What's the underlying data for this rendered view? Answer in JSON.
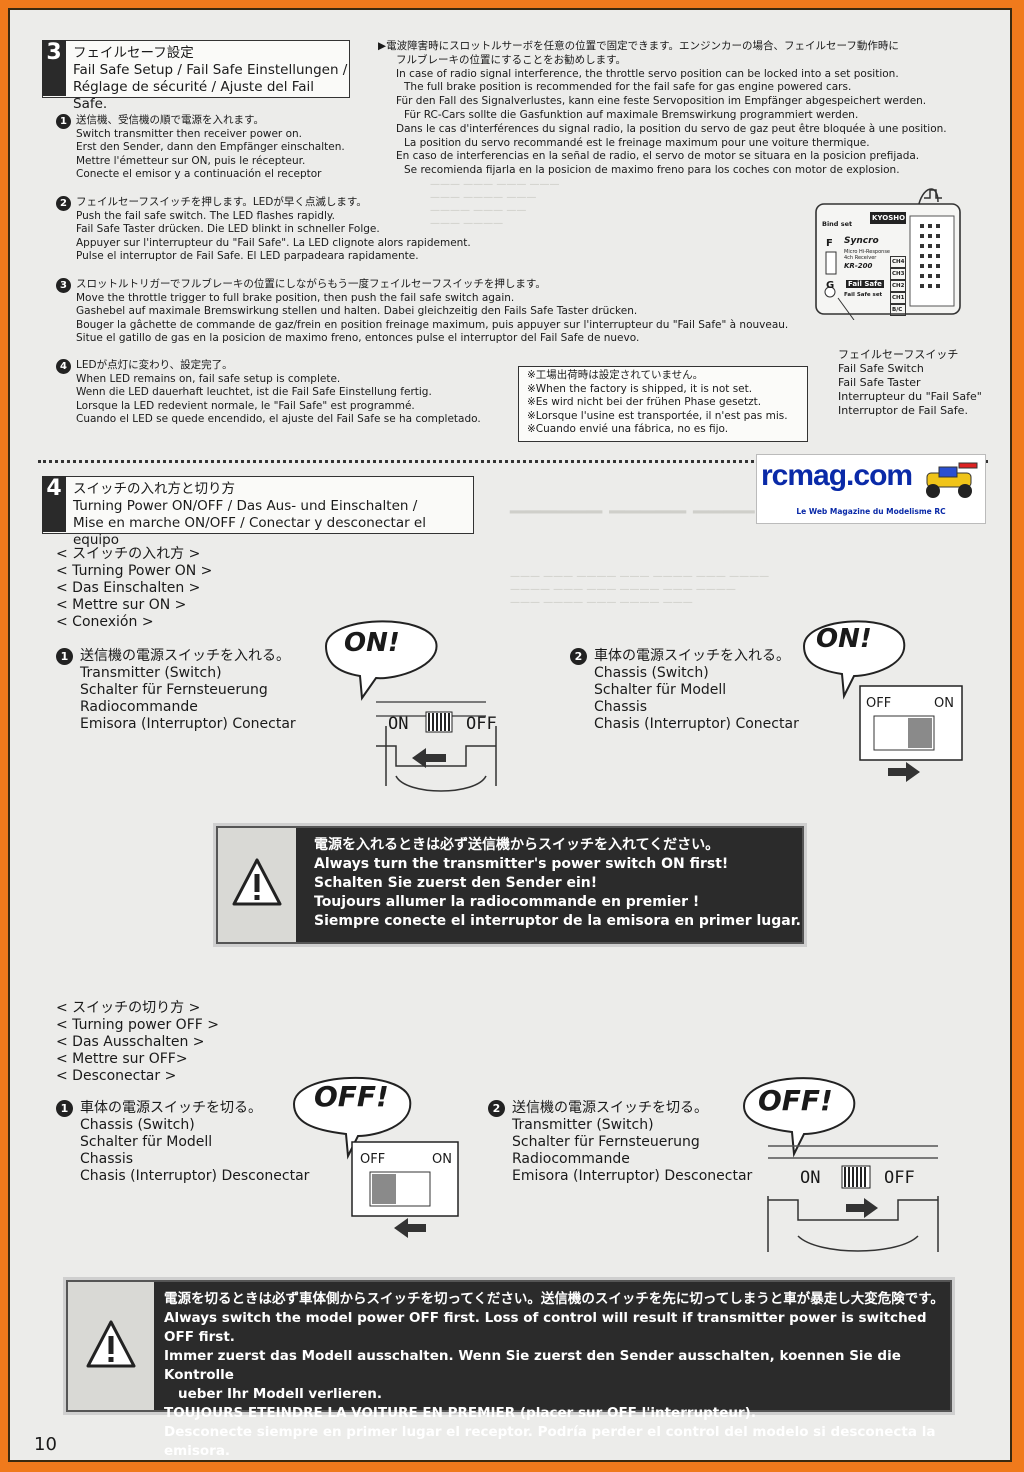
{
  "section3": {
    "number": "3",
    "title_lines": [
      "フェイルセーフ設定",
      "Fail Safe Setup / Fail Safe Einstellungen /",
      "Réglage de sécurité / Ajuste del Fail Safe."
    ],
    "intro_lines": [
      "▶電波障害時にスロットルサーボを任意の位置で固定できます。エンジンカーの場合、フェイルセーフ動作時に",
      "フルブレーキの位置にすることをお勧めします。",
      "In case of radio signal interference, the throttle servo position can be locked into a set position.",
      "The full brake position is recommended for the fail safe for gas engine powered cars.",
      "Für den Fall des Signalverlustes, kann eine feste Servoposition im Empfänger abgespeichert werden.",
      "Für RC-Cars sollte die Gasfunktion auf maximale Bremswirkung programmiert werden.",
      "Dans le cas d'interférences du signal radio, la position du servo de gaz peut être bloquée à une position.",
      "La position du servo recommandé est le freinage maximum pour une voiture thermique.",
      "En caso de interferencias en la señal de radio, el servo de motor se situara en la posicion prefijada.",
      "Se recomienda fijarla en la posicion de maximo freno para los coches con motor de explosion."
    ],
    "steps": [
      {
        "num": "1",
        "lines": [
          "送信機、受信機の順で電源を入れます。",
          "Switch transmitter then receiver power on.",
          "Erst den Sender, dann den Empfänger einschalten.",
          "Mettre l'émetteur sur ON, puis le récepteur.",
          "Conecte el emisor y a continuación el receptor"
        ]
      },
      {
        "num": "2",
        "lines": [
          "フェイルセーフスイッチを押します。LEDが早く点滅します。",
          "Push the fail safe switch. The LED flashes rapidly.",
          "Fail Safe Taster drücken. Die LED blinkt in schneller Folge.",
          "Appuyer sur l'interrupteur du \"Fail Safe\". La LED clignote alors rapidement.",
          "Pulse el interruptor de Fail Safe. El LED parpadeara rapidamente."
        ]
      },
      {
        "num": "3",
        "lines": [
          "スロットルトリガーでフルブレーキの位置にしながらもう一度フェイルセーフスイッチを押します。",
          "Move the throttle trigger to full brake position, then push the fail safe switch again.",
          "Gashebel auf maximale Bremswirkung stellen und halten. Dabei gleichzeitig den Fails Safe Taster drücken.",
          "Bouger la gâchette de commande de gaz/frein en position freinage maximum, puis appuyer sur l'interrupteur du \"Fail Safe\" à nouveau.",
          "Situe el gatillo de gas en la posicion de maximo freno, entonces pulse el interruptor del Fail Safe de nuevo."
        ]
      },
      {
        "num": "4",
        "lines": [
          "LEDが点灯に変わり、設定完了。",
          "When LED remains on, fail safe setup is complete.",
          "Wenn die LED dauerhaft leuchtet, ist die Fail Safe Einstellung fertig.",
          "Lorsque la LED redevient normale, le \"Fail Safe\" est programmé.",
          "Cuando el LED se quede encendido, el ajuste del Fail Safe se ha completado."
        ]
      }
    ],
    "factory_note": [
      "※工場出荷時は設定されていません。",
      "※When the factory is shipped, it is not set.",
      "※Es wird nicht bei der frühen Phase gesetzt.",
      "※Lorsque l'usine est transportée, il n'est pas mis.",
      "※Cuando envié una fábrica, no es fijo."
    ],
    "receiver": {
      "brand": "KYOSHO",
      "bind_label": "Bind set",
      "logo": "Syncro",
      "model": "KR-200",
      "desc1": "Micro Hi-Response",
      "desc2": "4ch Receiver",
      "failsafe": "Fail Safe",
      "failsafe_set": "Fail Safe set",
      "channels": [
        "CH4",
        "CH3",
        "CH2",
        "CH1",
        "B/C"
      ],
      "f_label": "F",
      "g_label": "G"
    },
    "switch_caption": [
      "フェイルセーフスイッチ",
      "Fail Safe Switch",
      "Fail Safe Taster",
      "Interrupteur du \"Fail Safe\"",
      "Interruptor de Fail Safe."
    ]
  },
  "logo": {
    "text": "rcmag.com",
    "tagline": "Le Web Magazine du Modelisme RC"
  },
  "section4": {
    "number": "4",
    "title_lines": [
      "スイッチの入れ方と切り方",
      "Turning Power ON/OFF / Das Aus- und Einschalten /",
      "Mise en marche ON/OFF / Conectar y desconectar el equipo"
    ],
    "on_header": [
      "< スイッチの入れ方 >",
      "< Turning Power ON >",
      "< Das Einschalten >",
      "< Mettre sur ON >",
      "< Conexión >"
    ],
    "on_step1": {
      "num": "1",
      "lines": [
        "送信機の電源スイッチを入れる。",
        "Transmitter (Switch)",
        "Schalter für Fernsteuerung",
        "Radiocommande",
        "Emisora (Interruptor) Conectar"
      ]
    },
    "on_step2": {
      "num": "2",
      "lines": [
        "車体の電源スイッチを入れる。",
        "Chassis (Switch)",
        "Schalter für Modell",
        "Chassis",
        "Chasis (Interruptor) Conectar"
      ]
    },
    "on_bubble": "ON!",
    "on_label": "ON",
    "off_label": "OFF",
    "warn_on": [
      "電源を入れるときは必ず送信機からスイッチを入れてください。",
      "Always turn the transmitter's power switch ON first!",
      "Schalten Sie zuerst den Sender ein!",
      "Toujours allumer la radiocommande en premier !",
      "Siempre conecte el interruptor de la emisora en primer lugar."
    ],
    "off_header": [
      "< スイッチの切り方 >",
      "< Turning power OFF >",
      "< Das Ausschalten >",
      "< Mettre sur OFF>",
      "< Desconectar >"
    ],
    "off_step1": {
      "num": "1",
      "lines": [
        "車体の電源スイッチを切る。",
        "Chassis (Switch)",
        "Schalter für Modell",
        "Chassis",
        "Chasis (Interruptor) Desconectar"
      ]
    },
    "off_step2": {
      "num": "2",
      "lines": [
        "送信機の電源スイッチを切る。",
        "Transmitter (Switch)",
        "Schalter für Fernsteuerung",
        "Radiocommande",
        "Emisora (Interruptor) Desconectar"
      ]
    },
    "off_bubble": "OFF!",
    "warn_off": [
      "電源を切るときは必ず車体側からスイッチを切ってください。送信機のスイッチを先に切ってしまうと車が暴走し大変危険です。",
      "Always switch the model power OFF first. Loss of control will result if transmitter power is switched OFF first.",
      "Immer zuerst das Modell ausschalten. Wenn Sie zuerst den Sender ausschalten, koennen Sie die Kontrolle",
      "ueber Ihr Modell verlieren.",
      "TOUJOURS ETEINDRE LA VOITURE EN PREMIER (placer sur OFF l'interrupteur).",
      "Desconecte siempre en primer lugar el receptor. Podría perder el control del modelo si desconecta la emisora."
    ]
  },
  "page_number": "10"
}
